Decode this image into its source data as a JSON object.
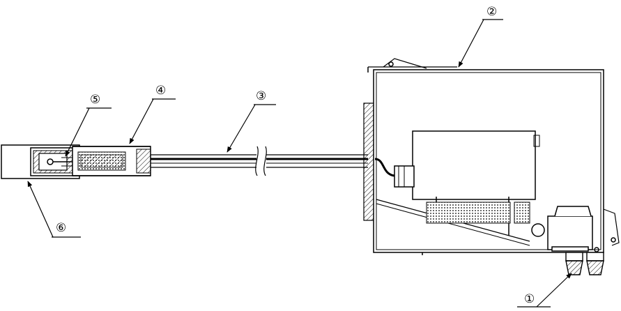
{
  "callouts": [
    {
      "id": "1",
      "text": "①"
    },
    {
      "id": "2",
      "text": "②"
    },
    {
      "id": "3",
      "text": "③"
    },
    {
      "id": "4",
      "text": "④"
    },
    {
      "id": "5",
      "text": "⑤"
    },
    {
      "id": "6",
      "text": "⑥"
    }
  ]
}
